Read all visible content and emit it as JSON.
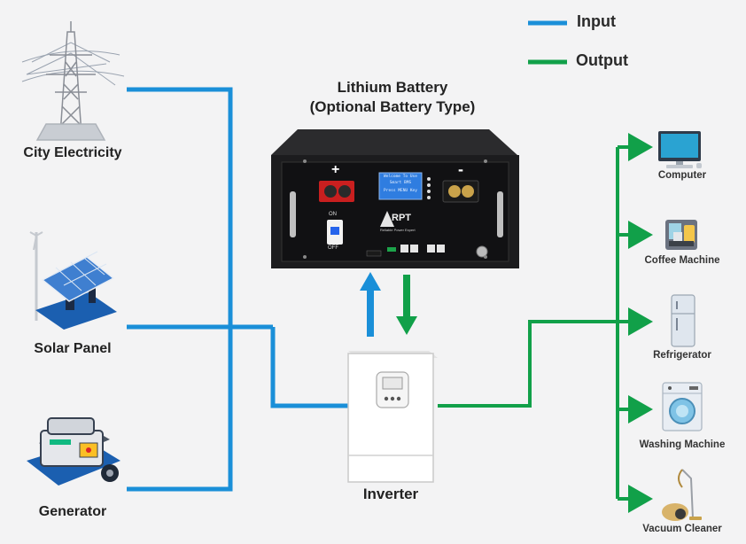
{
  "legend": {
    "input_label": "Input",
    "output_label": "Output",
    "input_color": "#1a8fd8",
    "output_color": "#11a049"
  },
  "battery": {
    "title_line1": "Lithium Battery",
    "title_line2": "(Optional Battery Type)",
    "plus_symbol": "+",
    "minus_symbol": "-",
    "switch_on": "ON",
    "switch_off": "OFF",
    "lcd_line1": "Welcome To Use",
    "lcd_line2": "Smart BMS",
    "lcd_line3": "Press MENU Key",
    "brand": "RPT",
    "brand_tagline": "Reliable Power Expert",
    "icon": "battery-rack-icon"
  },
  "inverter": {
    "label": "Inverter",
    "icon": "inverter-icon"
  },
  "sources": [
    {
      "label": "City Electricity",
      "icon": "power-tower-icon"
    },
    {
      "label": "Solar Panel",
      "icon": "solar-panel-icon"
    },
    {
      "label": "Generator",
      "icon": "generator-icon"
    }
  ],
  "devices": [
    {
      "label": "Computer",
      "icon": "computer-icon"
    },
    {
      "label": "Coffee Machine",
      "icon": "coffee-machine-icon"
    },
    {
      "label": "Refrigerator",
      "icon": "refrigerator-icon"
    },
    {
      "label": "Washing Machine",
      "icon": "washing-machine-icon"
    },
    {
      "label": "Vacuum Cleaner",
      "icon": "vacuum-cleaner-icon"
    }
  ]
}
